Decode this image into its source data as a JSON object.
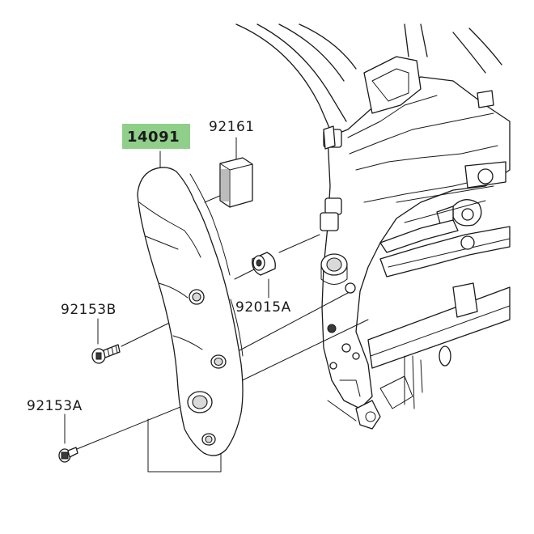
{
  "diagram": {
    "highlight_color": "#8fcf8a",
    "parts": [
      {
        "id": "cover",
        "number": "14091",
        "highlighted": true
      },
      {
        "id": "pad",
        "number": "92161"
      },
      {
        "id": "collar",
        "number": "92015A"
      },
      {
        "id": "bolt_b",
        "number": "92153B"
      },
      {
        "id": "bolt_a",
        "number": "92153A"
      }
    ]
  }
}
